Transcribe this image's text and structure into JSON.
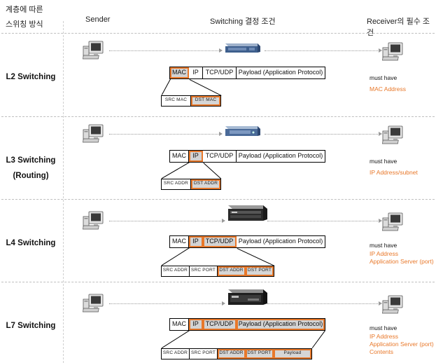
{
  "header": {
    "corner_line1": "계층에 따른",
    "corner_line2": "스위칭 방식",
    "sender": "Sender",
    "condition": "Switching 결정 조건",
    "receiver": "Receiver의 필수 조건"
  },
  "rows": [
    {
      "label_line1": "L2 Switching",
      "label_line2": "",
      "packet": [
        "MAC",
        "IP",
        "TCP/UDP",
        "Payload (Application Protocol)"
      ],
      "packet_highlight": [
        true,
        false,
        false,
        false
      ],
      "sub": [
        "SRC MAC",
        "DST MAC"
      ],
      "sub_highlight": [
        false,
        true
      ],
      "must": "must have",
      "requirements": [
        "MAC Address"
      ],
      "device": "switch-blue"
    },
    {
      "label_line1": "L3 Switching",
      "label_line2": "(Routing)",
      "packet": [
        "MAC",
        "IP",
        "TCP/UDP",
        "Payload (Application Protocol)"
      ],
      "packet_highlight": [
        false,
        true,
        false,
        false
      ],
      "sub": [
        "SRC ADDR",
        "DST ADDR"
      ],
      "sub_highlight": [
        false,
        true
      ],
      "must": "must have",
      "requirements": [
        "IP Address/subnet"
      ],
      "device": "router-blue"
    },
    {
      "label_line1": "L4 Switching",
      "label_line2": "",
      "packet": [
        "MAC",
        "IP",
        "TCP/UDP",
        "Payload (Application Protocol)"
      ],
      "packet_highlight": [
        false,
        true,
        true,
        false
      ],
      "sub": [
        "SRC ADDR",
        "SRC PORT",
        "DST ADDR",
        "DST PORT"
      ],
      "sub_highlight": [
        false,
        false,
        true,
        true
      ],
      "must": "must have",
      "requirements": [
        "IP Address",
        "Application Server (port)"
      ],
      "device": "l4-switch"
    },
    {
      "label_line1": "L7 Switching",
      "label_line2": "",
      "packet": [
        "MAC",
        "IP",
        "TCP/UDP",
        "Payload (Application Protocol)"
      ],
      "packet_highlight": [
        false,
        true,
        true,
        true
      ],
      "sub": [
        "SRC ADDR",
        "SRC PORT",
        "DST ADDR",
        "DST PORT",
        "Payload"
      ],
      "sub_highlight": [
        false,
        false,
        true,
        true,
        true
      ],
      "must": "must have",
      "requirements": [
        "IP Address",
        "Application Server (port)",
        "Contents"
      ],
      "device": "l7-switch"
    }
  ],
  "colors": {
    "highlight": "#e8782a",
    "cell_fill": "#d3d3d3"
  }
}
